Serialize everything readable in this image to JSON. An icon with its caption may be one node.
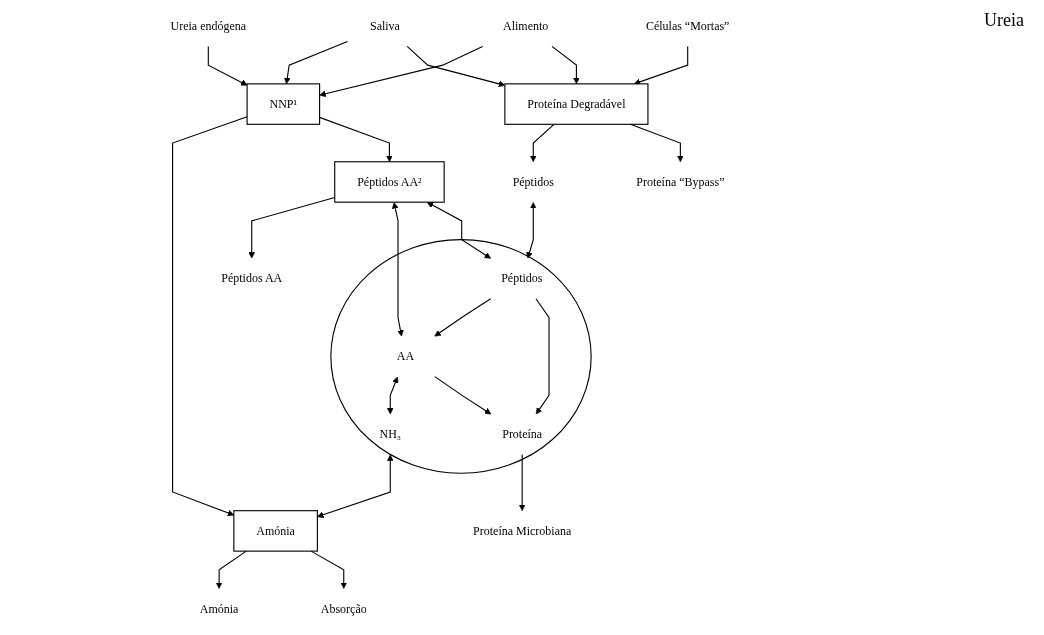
{
  "diagram": {
    "nodes": [
      {
        "text": [
          "Células “Mortas”"
        ]
      },
      {
        "text": [
          "Alimento"
        ]
      },
      {
        "text": [
          "Saliva"
        ]
      },
      {
        "text": [
          "Ureia endógena"
        ]
      },
      {
        "text": [
          "Proteína Degradável"
        ]
      },
      {
        "text": [
          "NNP¹"
        ]
      },
      {
        "text": [
          "Péptidos AA²"
        ]
      },
      {
        "text": [
          "Péptidos"
        ]
      },
      {
        "text": [],
        "shape": "circle"
      },
      {
        "text": [
          "Péptidos"
        ],
        "in": 8
      },
      {
        "text": [
          "Proteína"
        ],
        "in": 8
      },
      {
        "text": [
          "AA"
        ],
        "in": 8
      },
      {
        "text": [
          "NH₃"
        ],
        "in": 8
      },
      {
        "text": [
          "Amónia"
        ]
      },
      {
        "text": [
          "Absorção"
        ]
      },
      {
        "text": [
          "Proteína “Bypass”"
        ]
      },
      {
        "text": [
          "Proteína Microbiana"
        ]
      },
      {
        "text": [
          "Péptidos AA"
        ]
      },
      {
        "text": [
          "Amónia"
        ]
      }
    ],
    "edges": [
      {
        "from": 0,
        "to": 4,
        "arrow": "to"
      },
      {
        "from": 1,
        "to": 4,
        "arrow": "to"
      },
      {
        "from": 1,
        "to": 5,
        "arrow": "to"
      },
      {
        "from": 2,
        "to": 4,
        "arrow": "to"
      },
      {
        "from": 2,
        "to": 5,
        "arrow": "to"
      },
      {
        "from": 3,
        "to": 5,
        "arrow": "to"
      },
      {
        "from": 4,
        "to": 15,
        "arrow": "to"
      },
      {
        "from": 4,
        "to": 7,
        "arrow": "to"
      },
      {
        "from": 5,
        "to": 6,
        "arrow": "to"
      },
      {
        "from": 5,
        "to": 13,
        "arrow": "to"
      },
      {
        "from": 7,
        "to": 9,
        "arrow": "both"
      },
      {
        "from": 6,
        "to": 9,
        "arrow": "both"
      },
      {
        "from": 6,
        "to": 11,
        "arrow": "both"
      },
      {
        "from": 9,
        "to": 10,
        "arrow": "to"
      },
      {
        "from": 9,
        "to": 11,
        "arrow": "to"
      },
      {
        "from": 11,
        "to": 10,
        "arrow": "to"
      },
      {
        "from": 11,
        "to": 12,
        "arrow": "both"
      },
      {
        "from": 12,
        "to": 13,
        "arrow": "both"
      },
      {
        "from": 10,
        "to": 16,
        "arrow": "to"
      },
      {
        "from": 6,
        "to": 17,
        "arrow": "to"
      },
      {
        "from": 13,
        "to": 14,
        "arrow": "to"
      },
      {
        "from": 13,
        "to": 18,
        "arrow": "to"
      }
    ],
    "labels": [
      "Ureia"
    ]
  }
}
